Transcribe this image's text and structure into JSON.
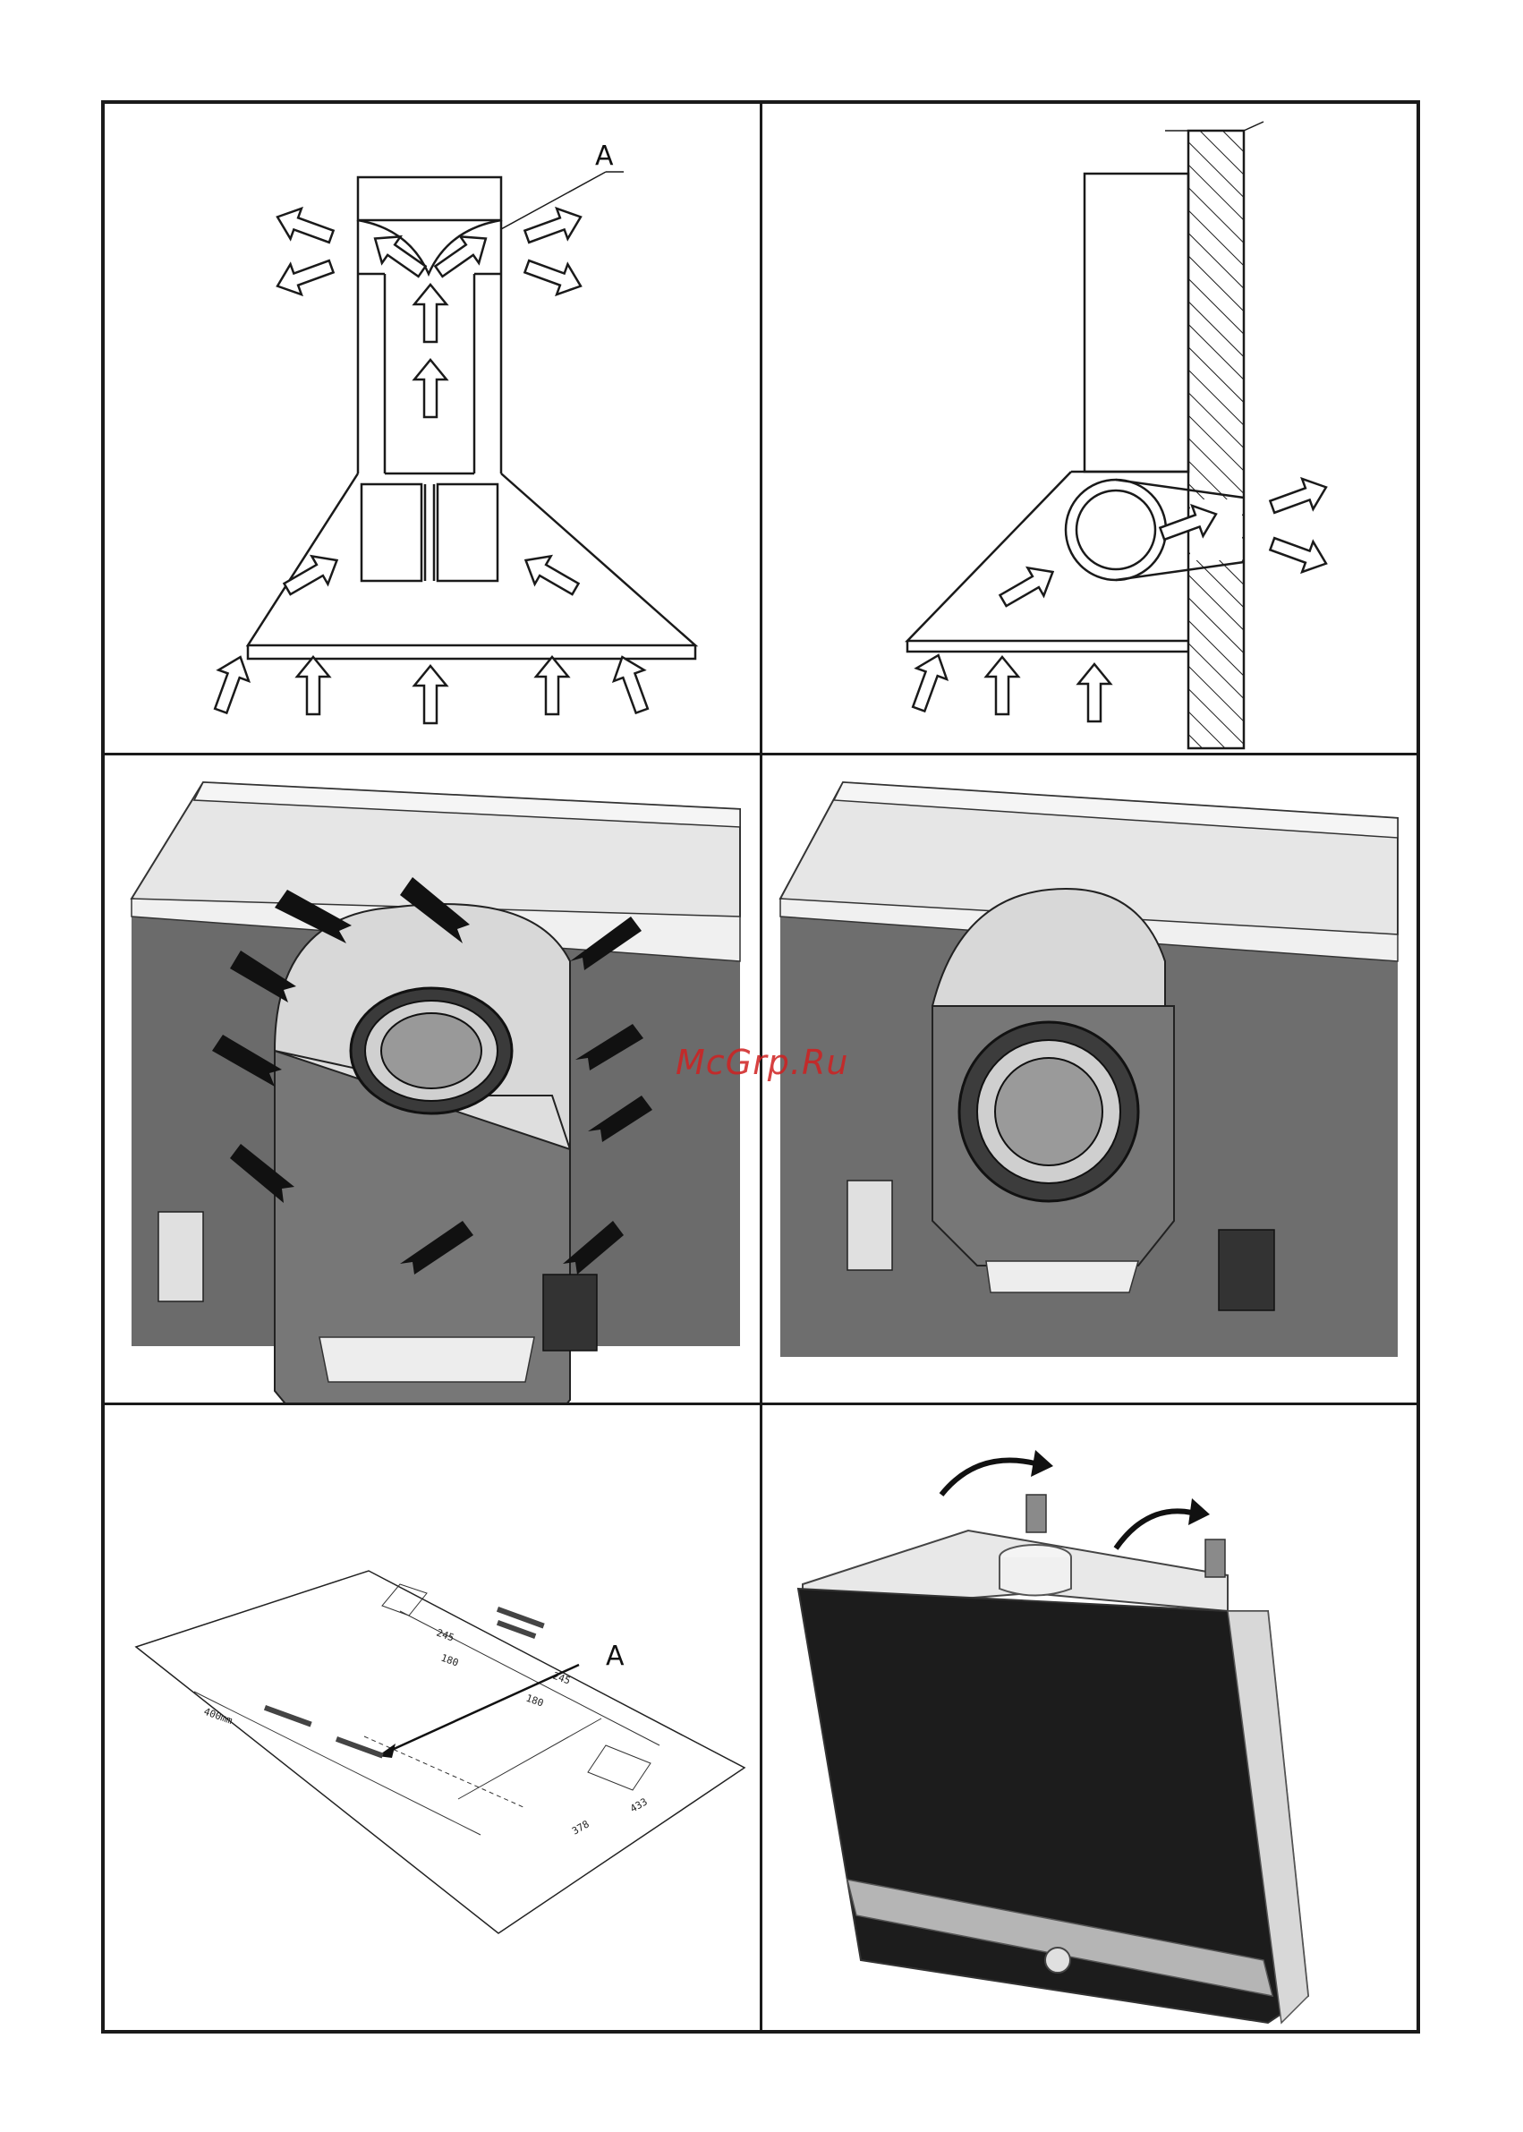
{
  "figures": {
    "fig1": {
      "callout": "A"
    },
    "fig5": {
      "callout": "A",
      "dims": [
        "245",
        "180",
        "180",
        "245",
        "378",
        "433"
      ],
      "size_label": "400mm"
    },
    "fig6": {}
  },
  "watermark": "McGrp.Ru",
  "colors": {
    "line": "#1a1a1a",
    "panel_gray": "#6f6f6f",
    "hood_glass": "#1c1c1c",
    "steel": "#b5b5b5"
  }
}
